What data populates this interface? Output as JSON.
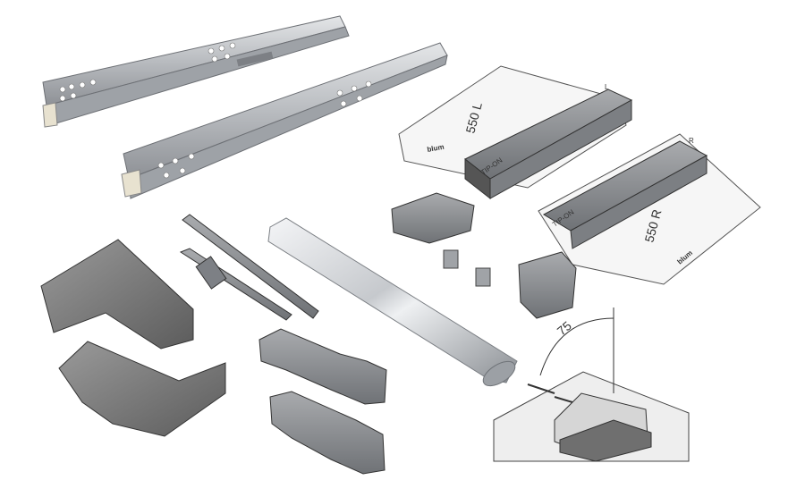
{
  "labels": {
    "left_unit_size": "550 L",
    "right_unit_size": "550 R",
    "left_unit_name": "TIP-ON",
    "right_unit_name": "TIP-ON",
    "left_side": "L",
    "right_side": "R",
    "dimension": "75",
    "brand_left": "blum",
    "brand_right": "blum"
  }
}
